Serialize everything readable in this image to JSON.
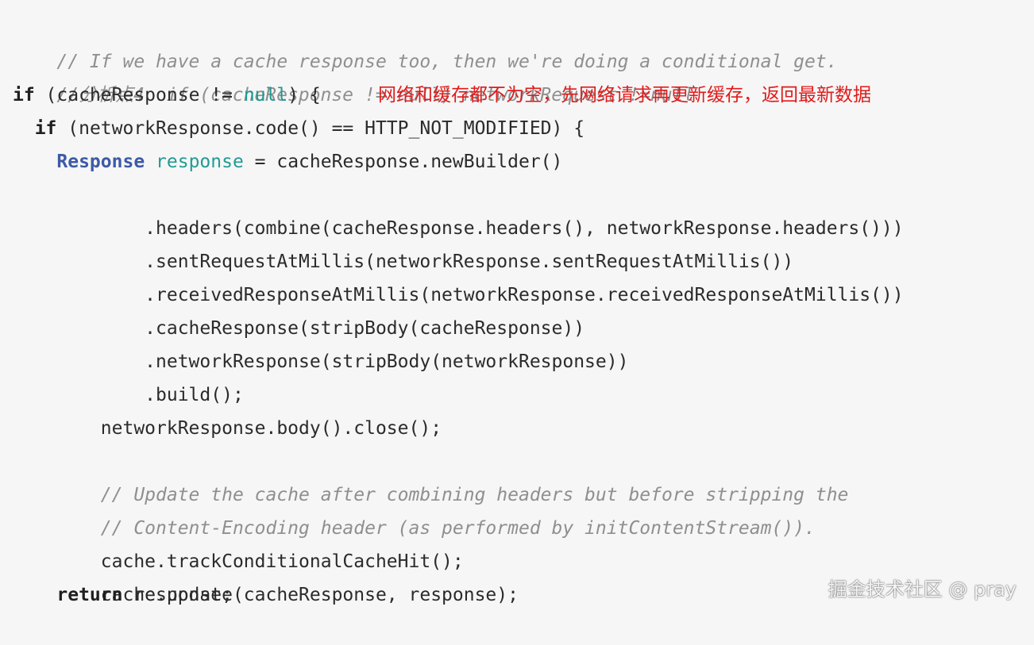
{
  "code": {
    "l1": "// If we have a cache response too, then we're doing a conditional get.",
    "l2": "//分析点4  if (cacheResponse != null) networkRequest !=null",
    "l3_kw_if": "if",
    "l3_a": " (cacheResponse != ",
    "l3_null": "null",
    "l3_b": ") {",
    "l4_indent": "  ",
    "l4_kw_if": "if",
    "l4_rest": " (networkResponse.code() == HTTP_NOT_MODIFIED) {",
    "l5_indent": "    ",
    "l5_type": "Response",
    "l5_space": " ",
    "l5_var": "response",
    "l5_rest": " = cacheResponse.newBuilder()",
    "l6": "        .headers(combine(cacheResponse.headers(), networkResponse.headers()))",
    "l7": "        .sentRequestAtMillis(networkResponse.sentRequestAtMillis())",
    "l8": "        .receivedResponseAtMillis(networkResponse.receivedResponseAtMillis())",
    "l9": "        .cacheResponse(stripBody(cacheResponse))",
    "l10": "        .networkResponse(stripBody(networkResponse))",
    "l11": "        .build();",
    "l12": "    networkResponse.body().close();",
    "l13": "",
    "l14": "    // Update the cache after combining headers but before stripping the",
    "l15": "    // Content-Encoding header (as performed by initContentStream()).",
    "l16": "    cache.trackConditionalCacheHit();",
    "l17": "    cache.update(cacheResponse, response);",
    "l18_indent": "    ",
    "l18_kw_return": "return",
    "l18_rest": " response;"
  },
  "annotation": {
    "text": "网络和缓存都不为空，先网络请求再更新缓存，返回最新数据"
  },
  "watermark": {
    "text": "掘金技术社区 @ pray"
  },
  "colors": {
    "background": "#f6f6f6",
    "comment": "#8f8f8f",
    "keyword": "#1f1f1f",
    "type": "#3d5aa7",
    "variable": "#1f9c93",
    "annotation": "#e01b1b"
  }
}
